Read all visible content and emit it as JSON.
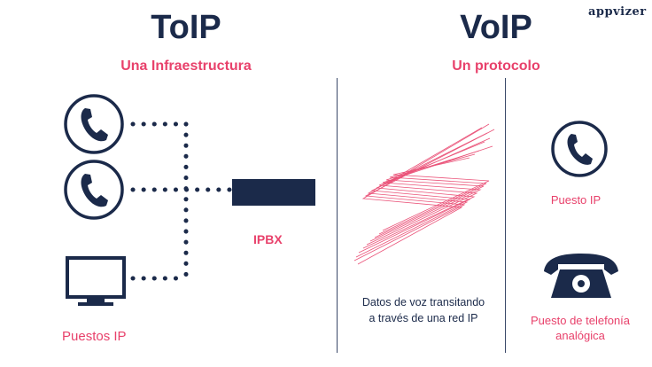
{
  "brand": "appvizer",
  "toip": {
    "title": "ToIP",
    "subtitle": "Una Infraestructura",
    "devices_label": "Puestos IP",
    "pbx_label": "IPBX"
  },
  "voip": {
    "title": "VoIP",
    "subtitle": "Un protocolo",
    "transit_text": "Datos de voz transitando a través de una red IP",
    "ip_phone_label": "Puesto IP",
    "analog_phone_label": "Puesto de telefonía analógica"
  },
  "colors": {
    "navy": "#1b2a4a",
    "accent": "#e8416b"
  },
  "icons": [
    "ip-phone-icon",
    "ip-phone-icon",
    "computer-monitor-icon",
    "ipbx-device-icon",
    "signal-transfer-icon",
    "ip-phone-icon",
    "analog-phone-icon"
  ]
}
